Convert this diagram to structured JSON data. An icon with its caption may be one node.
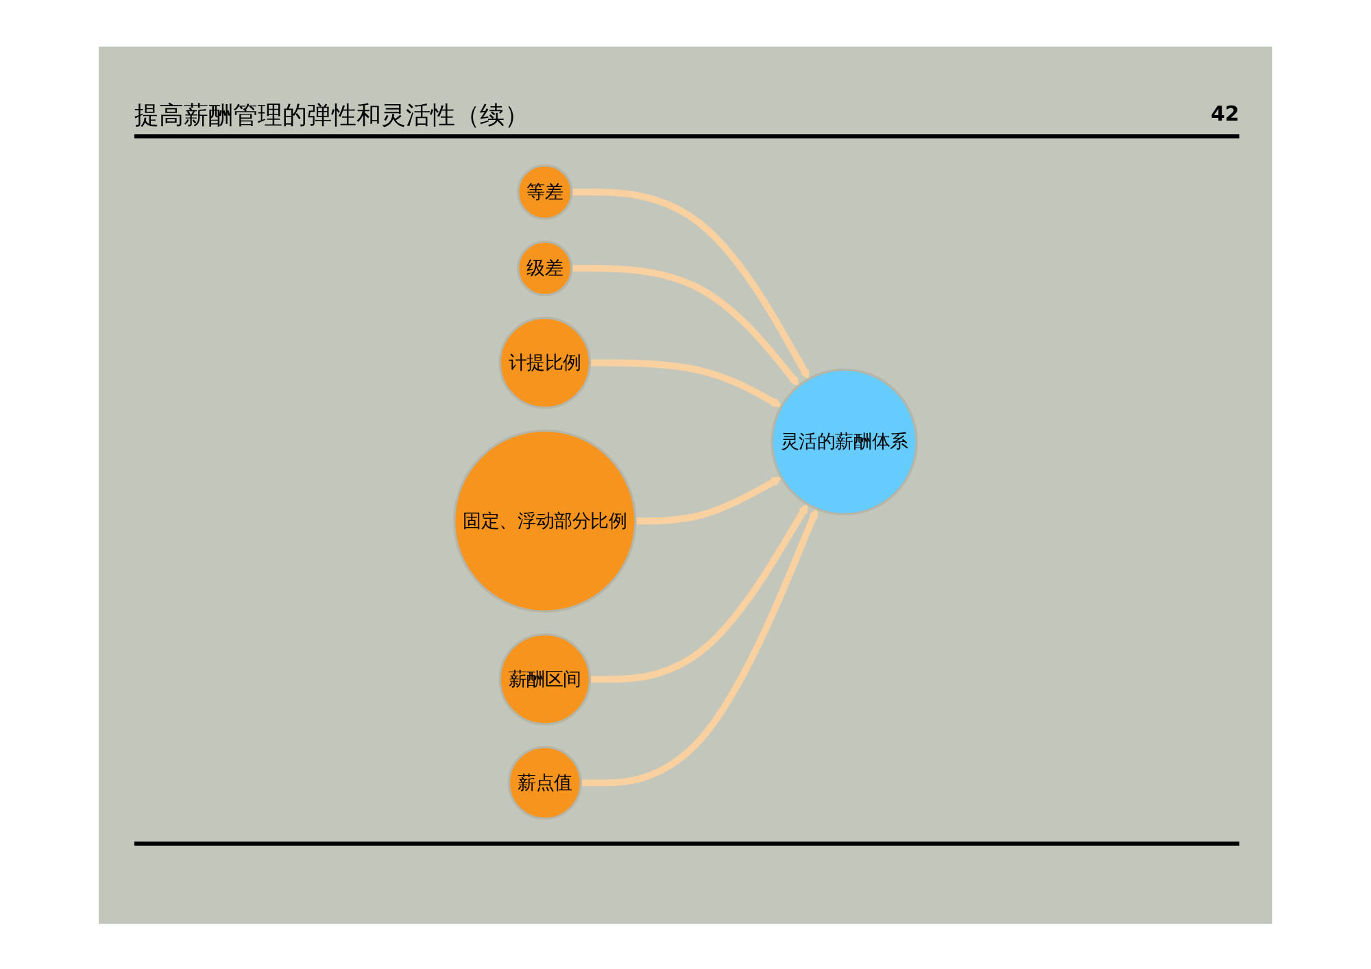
{
  "diagram": {
    "title": "提高薪酬管理的弹性和灵活性（续）",
    "nodes": [
      {
        "text": [
          "等差"
        ]
      },
      {
        "text": [
          "级差"
        ]
      },
      {
        "text": [
          "计提比例"
        ]
      },
      {
        "text": [
          "灵活的薪酬体系"
        ]
      },
      {
        "text": [
          "固定、浮动部分比例"
        ]
      },
      {
        "text": [
          "薪酬区间"
        ]
      },
      {
        "text": [
          "薪点值"
        ]
      }
    ],
    "edges": [
      {
        "from": 0,
        "to": 3,
        "arrow": "to"
      },
      {
        "from": 1,
        "to": 3,
        "arrow": "to"
      },
      {
        "from": 2,
        "to": 3,
        "arrow": "to"
      },
      {
        "from": 4,
        "to": 3,
        "arrow": "to"
      },
      {
        "from": 5,
        "to": 3,
        "arrow": "to"
      },
      {
        "from": 6,
        "to": 3,
        "arrow": "to"
      }
    ],
    "labels": [
      "42"
    ]
  }
}
